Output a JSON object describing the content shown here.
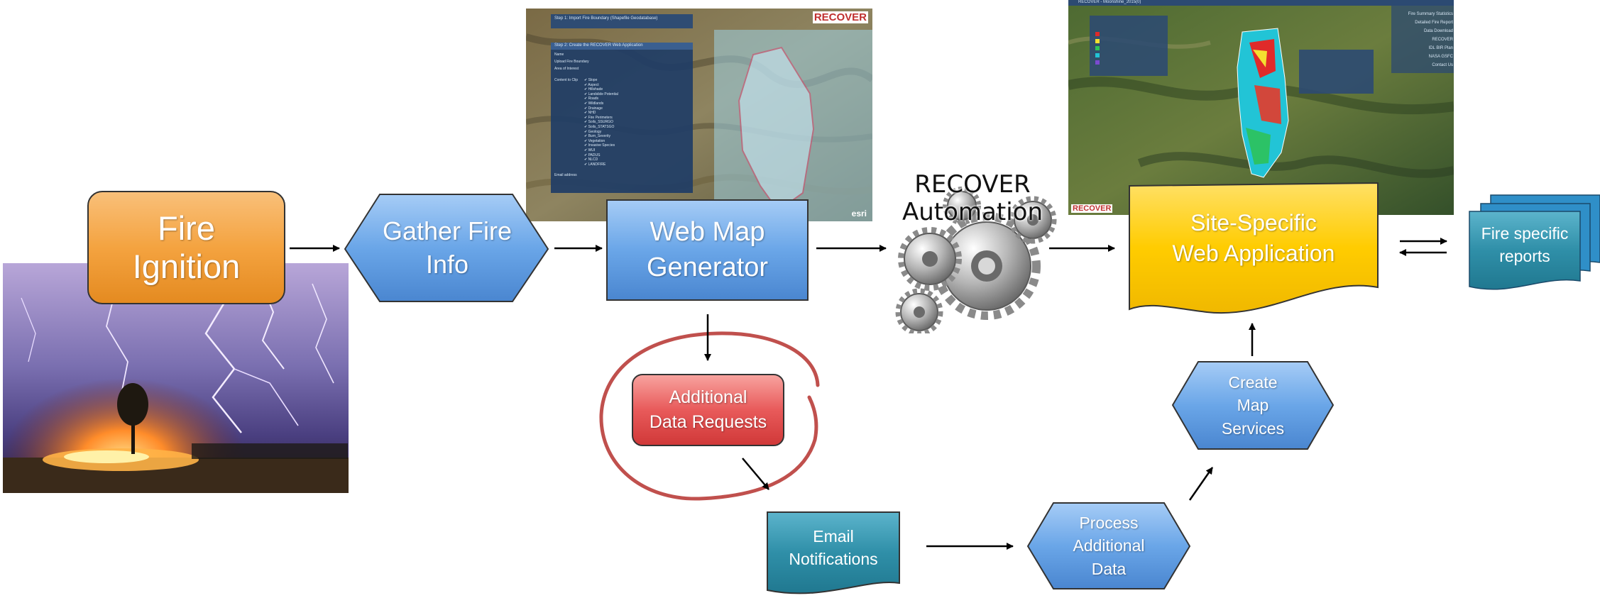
{
  "nodes": {
    "fire_ignition": "Fire\nIgnition",
    "gather_fire_info": "Gather Fire\nInfo",
    "web_map_generator": "Web Map\nGenerator",
    "recover_automation_line1": "RECOVER",
    "recover_automation_line2": "Automation",
    "site_specific_app": "Site-Specific\nWeb Application",
    "fire_specific_reports": "Fire specific\nreports",
    "additional_data_requests": "Additional\nData Requests",
    "email_notifications": "Email\nNotifications",
    "process_additional_data": "Process\nAdditional\nData",
    "create_map_services": "Create\nMap\nServices"
  },
  "screenshot_left": {
    "brand": "RECOVER",
    "panel_title_1": "Step 1: Import Fire Boundary (Shapefile Geodatabase)",
    "panel_title_2": "Step 2: Create the RECOVER Web Application",
    "row_labels": [
      "Name",
      "Upload Fire Boundary",
      "Area of Interest",
      "Content to Clip",
      "Email address"
    ],
    "layers": [
      "Slope",
      "Aspect",
      "Hillshade",
      "Landslide Potential",
      "Roads",
      "Wildlands",
      "Drainage",
      "NHD",
      "Fire Perimeters",
      "Soils_SSURGO",
      "Soils_STATSGO",
      "Geology",
      "Burn_Severity",
      "Vegetation",
      "Invasive Species",
      "WUI",
      "PADUS",
      "NLCD",
      "LANDFIRE"
    ],
    "esri": "esri"
  },
  "screenshot_right": {
    "title": "RECOVER - Moonshine_2015(0)",
    "menu": [
      "Fire Summary Statistics",
      "Detailed Fire Report",
      "Data Download",
      "RECOVER",
      "IDL BIR Plan",
      "NASA GSFC",
      "Contact Us"
    ],
    "brand": "RECOVER"
  },
  "colors": {
    "orange": "#f4a340",
    "blue": "#6aa6e8",
    "yellow": "#ffcc00",
    "red": "#e85a5a",
    "teal": "#2f8fa8",
    "circle": "#c0504d"
  }
}
